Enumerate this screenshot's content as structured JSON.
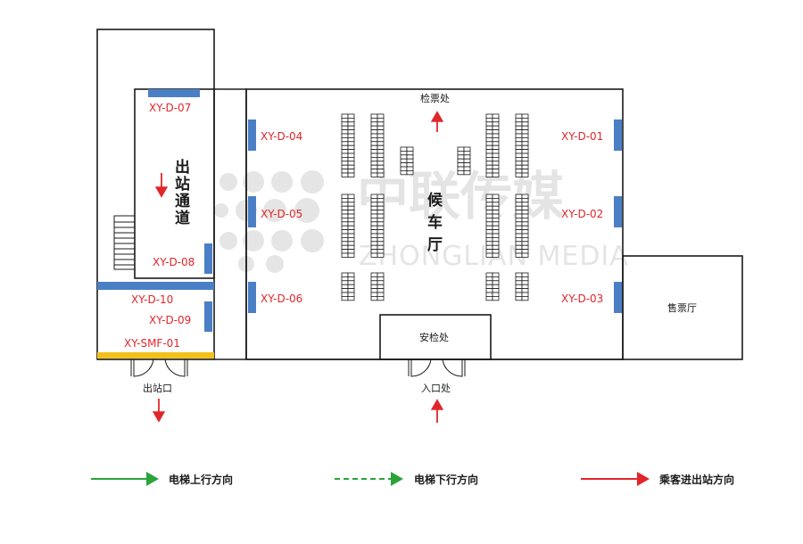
{
  "ad_spots": {
    "d07": "XY-D-07",
    "d08": "XY-D-08",
    "d10": "XY-D-10",
    "d09": "XY-D-09",
    "smf01": "XY-SMF-01",
    "d04": "XY-D-04",
    "d05": "XY-D-05",
    "d06": "XY-D-06",
    "d01": "XY-D-01",
    "d02": "XY-D-02",
    "d03": "XY-D-03"
  },
  "areas": {
    "exit_passage_chars": [
      "出",
      "站",
      "通",
      "道"
    ],
    "waiting_hall_chars": [
      "候",
      "车",
      "厅"
    ],
    "ticket_check": "检票处",
    "security_check": "安检处",
    "ticket_hall": "售票厅",
    "exit": "出站口",
    "entrance": "入口处"
  },
  "watermark": {
    "cn": "中联传媒",
    "en": "ZHONGLIAN MEDIA"
  },
  "legend": {
    "items": [
      {
        "label": "电梯上行方向",
        "color": "#2aa43a",
        "style": "solid"
      },
      {
        "label": "电梯下行方向",
        "color": "#2aa43a",
        "style": "dashed"
      },
      {
        "label": "乘客进出站方向",
        "color": "#e0262b",
        "style": "solid"
      }
    ]
  },
  "colors": {
    "ad_panel": "#4a7fc6",
    "ad_panel_yellow": "#f2c21b",
    "label_red": "#e0262b",
    "wall": "#1b1b1b"
  }
}
